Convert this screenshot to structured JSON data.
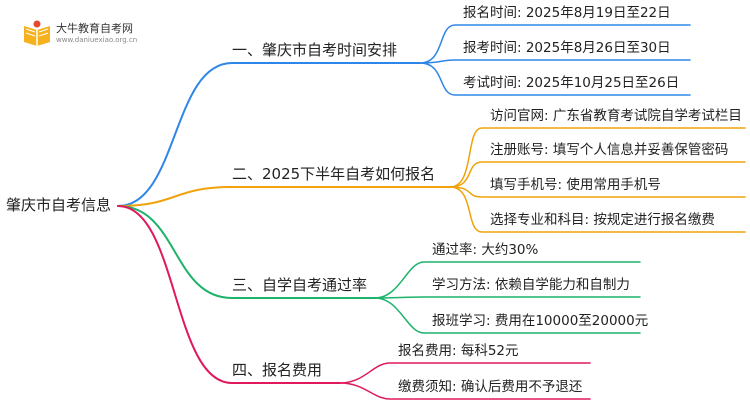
{
  "logo": {
    "title": "大牛教育自考网",
    "url": "www.daniuexiao.org.cn"
  },
  "mindmap": {
    "root": "肇庆市自考信息",
    "branches": [
      {
        "label": "一、肇庆市自考时间安排",
        "color": "#2E86E8",
        "children": [
          "报名时间: 2025年8月19日至22日",
          "报考时间: 2025年8月26日至30日",
          "考试时间: 2025年10月25日至26日"
        ]
      },
      {
        "label": "二、2025下半年自考如何报名",
        "color": "#F0A30A",
        "children": [
          "访问官网: 广东省教育考试院自学考试栏目",
          "注册账号: 填写个人信息并妥善保管密码",
          "填写手机号: 使用常用手机号",
          "选择专业和科目: 按规定进行报名缴费"
        ]
      },
      {
        "label": "三、自学自考通过率",
        "color": "#1DB36A",
        "children": [
          "通过率: 大约30%",
          "学习方法: 依赖自学能力和自制力",
          "报班学习: 费用在10000至20000元"
        ]
      },
      {
        "label": "四、报名费用",
        "color": "#E0195F",
        "children": [
          "报名费用: 每科52元",
          "缴费须知: 确认后费用不予退还"
        ]
      }
    ]
  }
}
